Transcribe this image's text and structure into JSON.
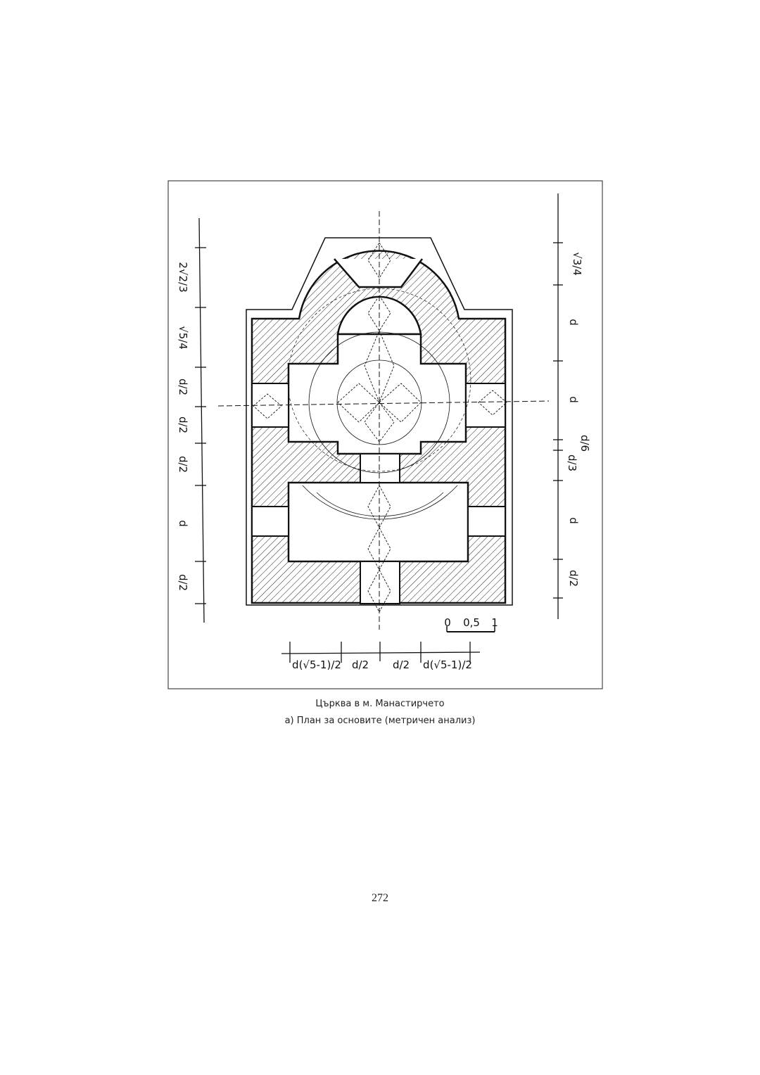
{
  "figure": {
    "left_dimensions": [
      "2√2/3",
      "√5/4",
      "d/2",
      "d/2",
      "d/2",
      "d",
      "d/2"
    ],
    "right_dimensions": [
      "√3/4",
      "d",
      "d",
      "d/3",
      "d/6",
      "d",
      "d/2"
    ],
    "bottom_dimensions": [
      "d(√5-1)/2",
      "d/2",
      "d/2",
      "d(√5-1)/2"
    ],
    "scale_bar": [
      "0",
      "0,5",
      "1"
    ]
  },
  "caption": {
    "line1": "Църква в м. Манастирчето",
    "line2": "а) План за основите (метричен анализ)"
  },
  "page_number": "272"
}
